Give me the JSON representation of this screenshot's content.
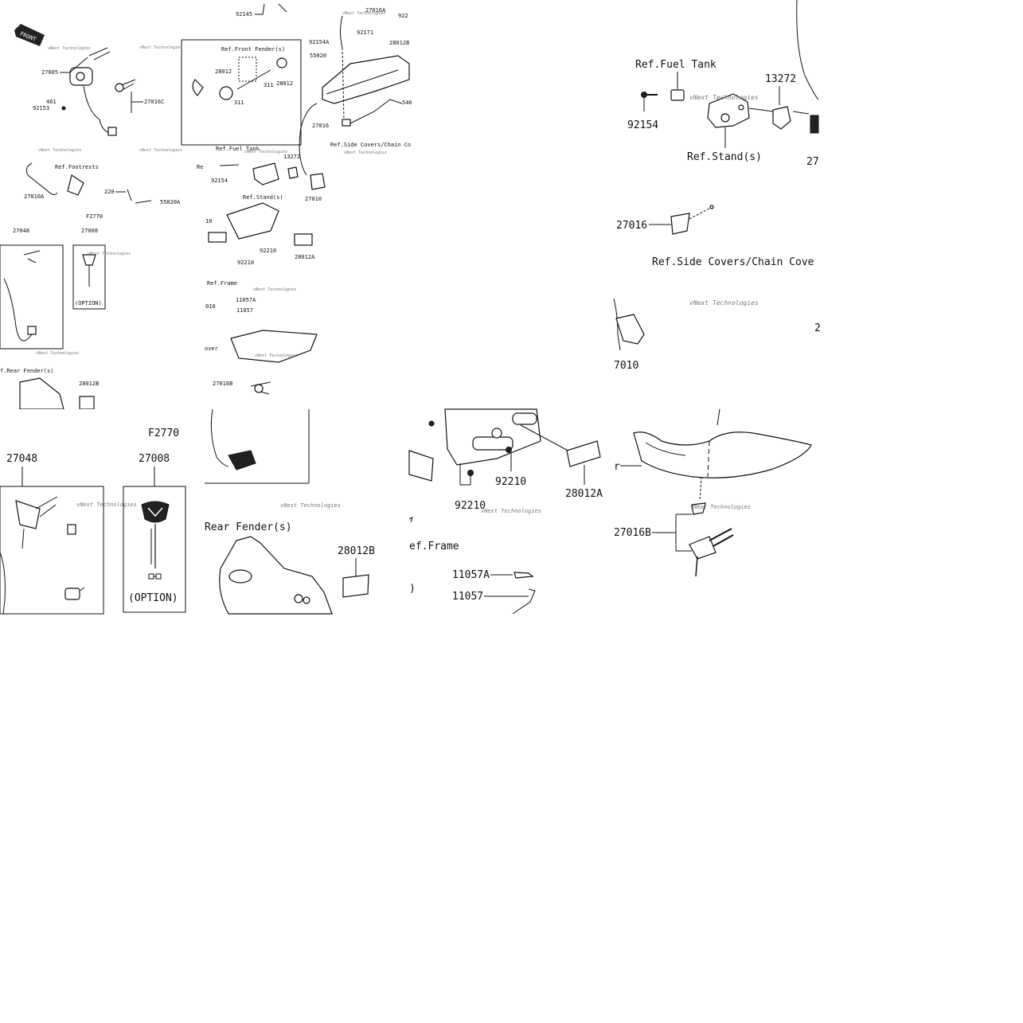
{
  "watermark": "vNext Technologies",
  "tile_overview": {
    "front_badge": "FRONT",
    "labels": [
      "92145",
      "27016A",
      "922",
      "92154A",
      "92171",
      "28012B",
      "55020",
      "27005",
      "27016C",
      "461",
      "92153",
      "Ref.Front Fender(s)",
      "28012",
      "311",
      "311",
      "28012",
      "27016",
      "Ref.Side Covers/Chain Co",
      "Ref.Footrests",
      "27010A",
      "220",
      "55020A",
      "Re",
      "Ref.Fuel Tank",
      "13272",
      "92154",
      "Ref.Stand(s)",
      "27010",
      "F2770",
      "27048",
      "27008",
      "(OPTION)",
      "10",
      "92210",
      "28012A",
      "92210",
      "Ref.Frame",
      "11057A",
      "11057",
      "010",
      "over",
      "27016B",
      "f.Rear Fender(s)",
      "28012B",
      "540"
    ]
  },
  "tile_fuel_tank": {
    "labels": [
      "Ref.Fuel Tank",
      "13272",
      "92154",
      "Ref.Stand(s)",
      "27",
      "27016",
      "Ref.Side Covers/Chain Cove",
      "2",
      "7010"
    ]
  },
  "tile_keys": {
    "labels": [
      "F2770",
      "27048",
      "27008",
      "(OPTION)"
    ]
  },
  "tile_rear_fender": {
    "labels": [
      "Rear Fender(s)",
      "28012B"
    ]
  },
  "tile_frame": {
    "labels": [
      "92210",
      "92210",
      "28012A",
      "ef.Frame",
      "11057A",
      "11057",
      ")",
      "r"
    ]
  },
  "tile_rear_cover": {
    "labels": [
      "r",
      "27016B"
    ]
  }
}
